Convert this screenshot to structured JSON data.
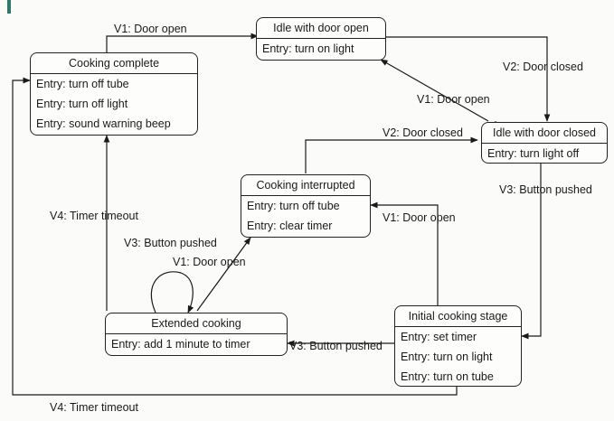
{
  "states": {
    "idle_open": {
      "title": "Idle with door open",
      "entries": [
        "Entry: turn on light"
      ]
    },
    "idle_closed": {
      "title": "Idle with door closed",
      "entries": [
        "Entry: turn light off"
      ]
    },
    "cooking_complete": {
      "title": "Cooking complete",
      "entries": [
        "Entry: turn off tube",
        "Entry: turn off light",
        "Entry: sound warning beep"
      ]
    },
    "cooking_interrupted": {
      "title": "Cooking interrupted",
      "entries": [
        "Entry: turn off tube",
        "Entry: clear timer"
      ]
    },
    "initial_cooking": {
      "title": "Initial cooking stage",
      "entries": [
        "Entry: set timer",
        "Entry: turn on light",
        "Entry: turn on tube"
      ]
    },
    "extended_cooking": {
      "title": "Extended cooking",
      "entries": [
        "Entry: add 1 minute to timer"
      ]
    }
  },
  "transitions": {
    "v1_top": "V1: Door open",
    "v2_right": "V2: Door closed",
    "v1_diag": "V1: Door open",
    "v2_mid": "V2: Door closed",
    "v3_right": "V3: Button pushed",
    "v4_left": "V4: Timer timeout",
    "v1_interrupt": "V1: Door open",
    "v3_left": "V3: Button pushed",
    "v1_loop": "V1: Door open",
    "v3_bottom": "V3: Button pushed",
    "v4_bottom": "V4: Timer timeout"
  }
}
